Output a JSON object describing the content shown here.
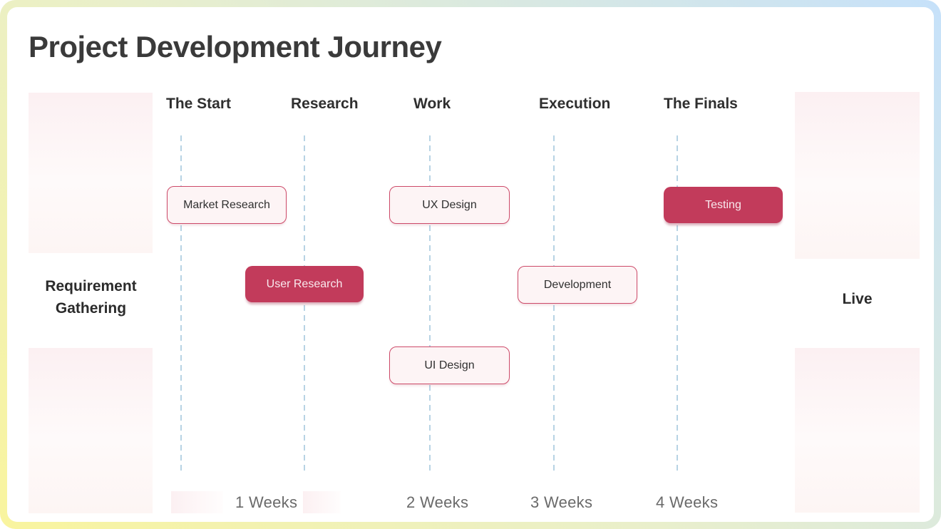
{
  "title": "Project Development Journey",
  "stages": [
    {
      "label": "The Start"
    },
    {
      "label": "Research"
    },
    {
      "label": "Work"
    },
    {
      "label": "Execution"
    },
    {
      "label": "The Finals"
    }
  ],
  "milestones": {
    "start": "Requirement Gathering",
    "end": "Live"
  },
  "tasks": [
    {
      "label": "Market Research",
      "style": "outlined"
    },
    {
      "label": "User Research",
      "style": "filled"
    },
    {
      "label": "UX Design",
      "style": "outlined"
    },
    {
      "label": "Development",
      "style": "outlined"
    },
    {
      "label": "UI Design",
      "style": "outlined"
    },
    {
      "label": "Testing",
      "style": "filled"
    }
  ],
  "weeks": [
    "1 Weeks",
    "2 Weeks",
    "3 Weeks",
    "4 Weeks"
  ],
  "colors": {
    "accent_fill": "#c23b5b",
    "accent_border": "#cd4a69",
    "task_light_bg": "#fdf4f5",
    "filled_text": "#f9e9ee",
    "dashed_line": "#b7d3e4",
    "week_text": "#6a6a6a",
    "title_text": "#3a3a3a",
    "frame_gradient_start": "#f9f49e",
    "frame_gradient_end": "#c6e1fa",
    "side_box_tint": "#fcf0f2"
  }
}
